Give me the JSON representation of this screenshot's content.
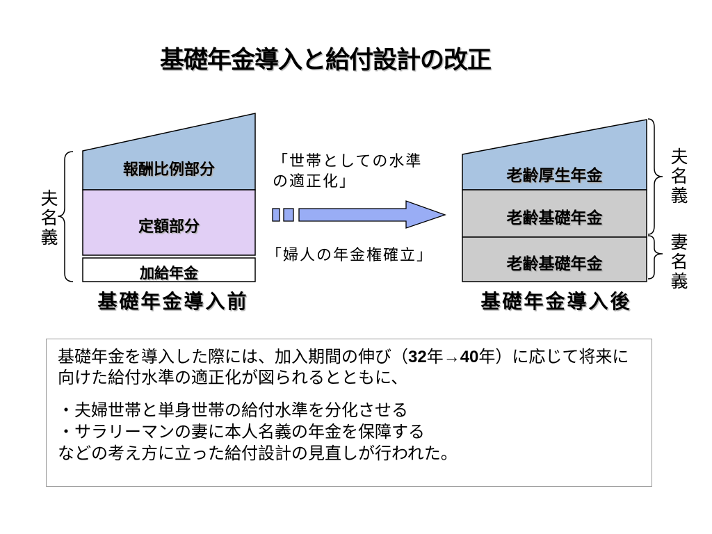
{
  "title": "基礎年金導入と給付設計の改正",
  "before": {
    "layers": [
      "報酬比例部分",
      "定額部分",
      "加給年金"
    ],
    "caption": "基礎年金導入前",
    "owner_label": "夫名義"
  },
  "transition": {
    "upper_quote": "「世帯としての水準\nの適正化」",
    "lower_quote": "「婦人の年金権確立」"
  },
  "after": {
    "layers": [
      "老齢厚生年金",
      "老齢基礎年金",
      "老齢基礎年金"
    ],
    "caption": "基礎年金導入後",
    "husband_label": "夫名義",
    "wife_label": "妻名義"
  },
  "note_box": {
    "paragraphs": [
      {
        "segments": [
          {
            "text": "基礎年金を導入した際には、加入期間の伸び（"
          },
          {
            "text": "32",
            "bold": true
          },
          {
            "text": "年"
          },
          {
            "text": "→",
            "bold": true
          },
          {
            "text": "40",
            "bold": true
          },
          {
            "text": "年）に応じて将来に向けた給付水準の適正化が図られるとともに、"
          }
        ]
      },
      {
        "segments": [
          {
            "text": "・夫婦世帯と単身世帯の給付水準を分化させる"
          }
        ]
      },
      {
        "segments": [
          {
            "text": "・サラリーマンの妻に本人名義の年金を保障する"
          }
        ]
      },
      {
        "segments": [
          {
            "text": "などの考え方に立った給付設計の見直しが行われた。"
          }
        ]
      }
    ]
  },
  "colors": {
    "earnings_blue": "#A9C4E1",
    "flat_purple": "#E1CFF5",
    "basic_gray": "#CCCCCC",
    "white": "#FFFFFF",
    "arrow_blue": "#99ADF5"
  }
}
